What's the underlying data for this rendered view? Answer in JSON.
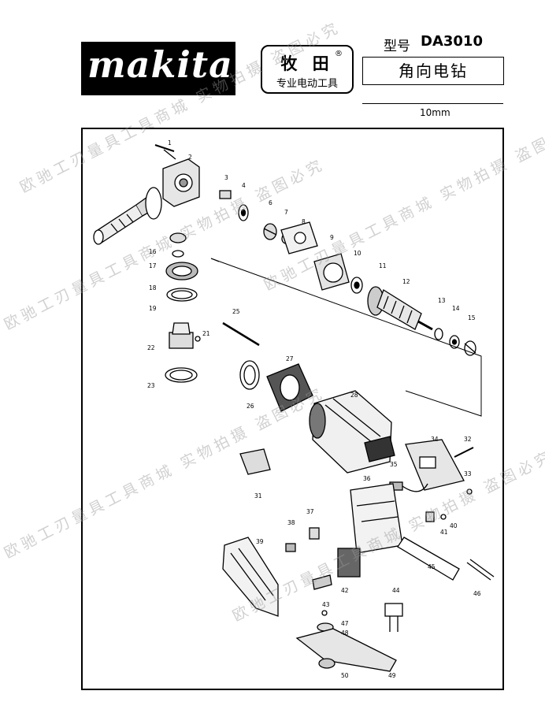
{
  "header": {
    "logo_text": "makita",
    "brand_cn": "牧 田",
    "brand_reg": "®",
    "brand_sub": "专业电动工具",
    "model_label": "型号",
    "model_code": "DA3010",
    "product_name": "角向电钻",
    "spec": "10mm"
  },
  "watermarks": [
    "欧驰工刃量具工具商城  实物拍摄  盗图必究",
    "欧驰工刃量具工具商城  实物拍摄  盗图必究",
    "欧驰工刃量具工具商城  实物拍摄  盗图必究",
    "欧驰工刃量具工具商城  实物拍摄  盗图必究",
    "欧驰工刃量具工具商城  实物拍摄  盗图必究"
  ],
  "parts": [
    {
      "id": "1",
      "label": "1"
    },
    {
      "id": "2",
      "label": "2"
    },
    {
      "id": "3",
      "label": "3"
    },
    {
      "id": "4",
      "label": "4"
    },
    {
      "id": "6",
      "label": "6"
    },
    {
      "id": "7",
      "label": "7"
    },
    {
      "id": "8",
      "label": "8"
    },
    {
      "id": "9",
      "label": "9"
    },
    {
      "id": "10",
      "label": "10"
    },
    {
      "id": "11",
      "label": "11"
    },
    {
      "id": "12",
      "label": "12"
    },
    {
      "id": "13",
      "label": "13"
    },
    {
      "id": "14",
      "label": "14"
    },
    {
      "id": "15",
      "label": "15"
    },
    {
      "id": "16",
      "label": "16"
    },
    {
      "id": "17",
      "label": "17"
    },
    {
      "id": "18",
      "label": "18"
    },
    {
      "id": "19",
      "label": "19"
    },
    {
      "id": "21",
      "label": "21"
    },
    {
      "id": "22",
      "label": "22"
    },
    {
      "id": "23",
      "label": "23"
    },
    {
      "id": "25",
      "label": "25"
    },
    {
      "id": "26",
      "label": "26"
    },
    {
      "id": "27",
      "label": "27"
    },
    {
      "id": "28",
      "label": "28"
    },
    {
      "id": "31",
      "label": "31"
    },
    {
      "id": "32",
      "label": "32"
    },
    {
      "id": "33",
      "label": "33"
    },
    {
      "id": "34",
      "label": "34"
    },
    {
      "id": "35",
      "label": "35"
    },
    {
      "id": "36",
      "label": "36"
    },
    {
      "id": "37",
      "label": "37"
    },
    {
      "id": "38",
      "label": "38"
    },
    {
      "id": "39",
      "label": "39"
    },
    {
      "id": "40",
      "label": "40"
    },
    {
      "id": "41",
      "label": "41"
    },
    {
      "id": "42",
      "label": "42"
    },
    {
      "id": "43",
      "label": "43"
    },
    {
      "id": "44",
      "label": "44"
    },
    {
      "id": "45",
      "label": "45"
    },
    {
      "id": "46",
      "label": "46"
    },
    {
      "id": "47",
      "label": "47"
    },
    {
      "id": "48",
      "label": "48"
    },
    {
      "id": "49",
      "label": "49"
    },
    {
      "id": "50",
      "label": "50"
    }
  ]
}
